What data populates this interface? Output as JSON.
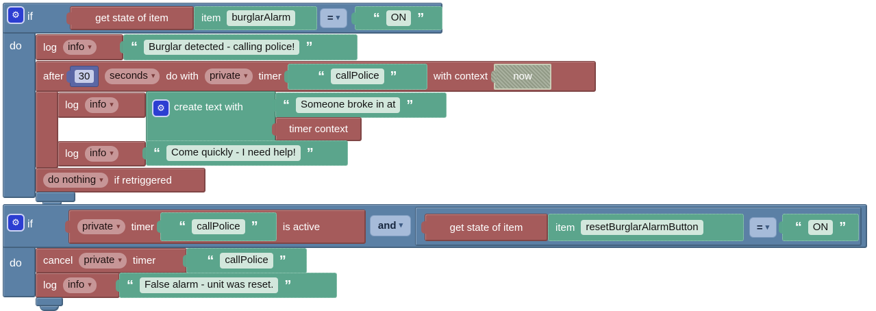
{
  "glyphs": {
    "open_quote": "“",
    "close_quote": "”",
    "dropdown_arrow": "▾",
    "gear": "⚙"
  },
  "colors": {
    "block_blue": "#5b80a5",
    "block_red": "#a55b5b",
    "block_green": "#5ba58c",
    "math_blue": "#5b67a5",
    "gear_button_blue": "#2c3ed2",
    "field_light_green": "#d2e7dc",
    "field_pink": "#c79697",
    "dropdown_light_blue": "#a6bbd9",
    "shadow_block_gray": "#9aa38e"
  },
  "rule1": {
    "if_label": "if",
    "do_label": "do",
    "condition": {
      "get_state": "get state of item",
      "item_label": "item",
      "item_name": "burglarAlarm",
      "operator": "=",
      "expected": "ON"
    },
    "log1": {
      "log": "log",
      "level": "info",
      "message": "Burglar detected - calling police!"
    },
    "after": {
      "after": "after",
      "delay": "30",
      "unit": "seconds",
      "do_with": "do with",
      "scope": "private",
      "timer": "timer",
      "timer_name": "callPolice",
      "with_context": "with context",
      "context": "now",
      "retrigger_option": "do nothing",
      "retrigger_suffix": "if retriggered"
    },
    "log2": {
      "log": "log",
      "level": "info",
      "create_text": "create text with",
      "item1": "Someone broke in at",
      "item2": "timer context"
    },
    "log3": {
      "log": "log",
      "level": "info",
      "message": "Come quickly - I need help!"
    }
  },
  "rule2": {
    "if_label": "if",
    "do_label": "do",
    "condition": {
      "scope": "private",
      "timer": "timer",
      "timer_name": "callPolice",
      "is_active": "is active",
      "bool_op": "and",
      "get_state": "get state of item",
      "item_label": "item",
      "item_name": "resetBurglarAlarmButton",
      "operator": "=",
      "expected": "ON"
    },
    "cancel": {
      "cancel": "cancel",
      "scope": "private",
      "timer": "timer",
      "timer_name": "callPolice"
    },
    "log": {
      "log": "log",
      "level": "info",
      "message": "False alarm - unit was reset."
    }
  }
}
